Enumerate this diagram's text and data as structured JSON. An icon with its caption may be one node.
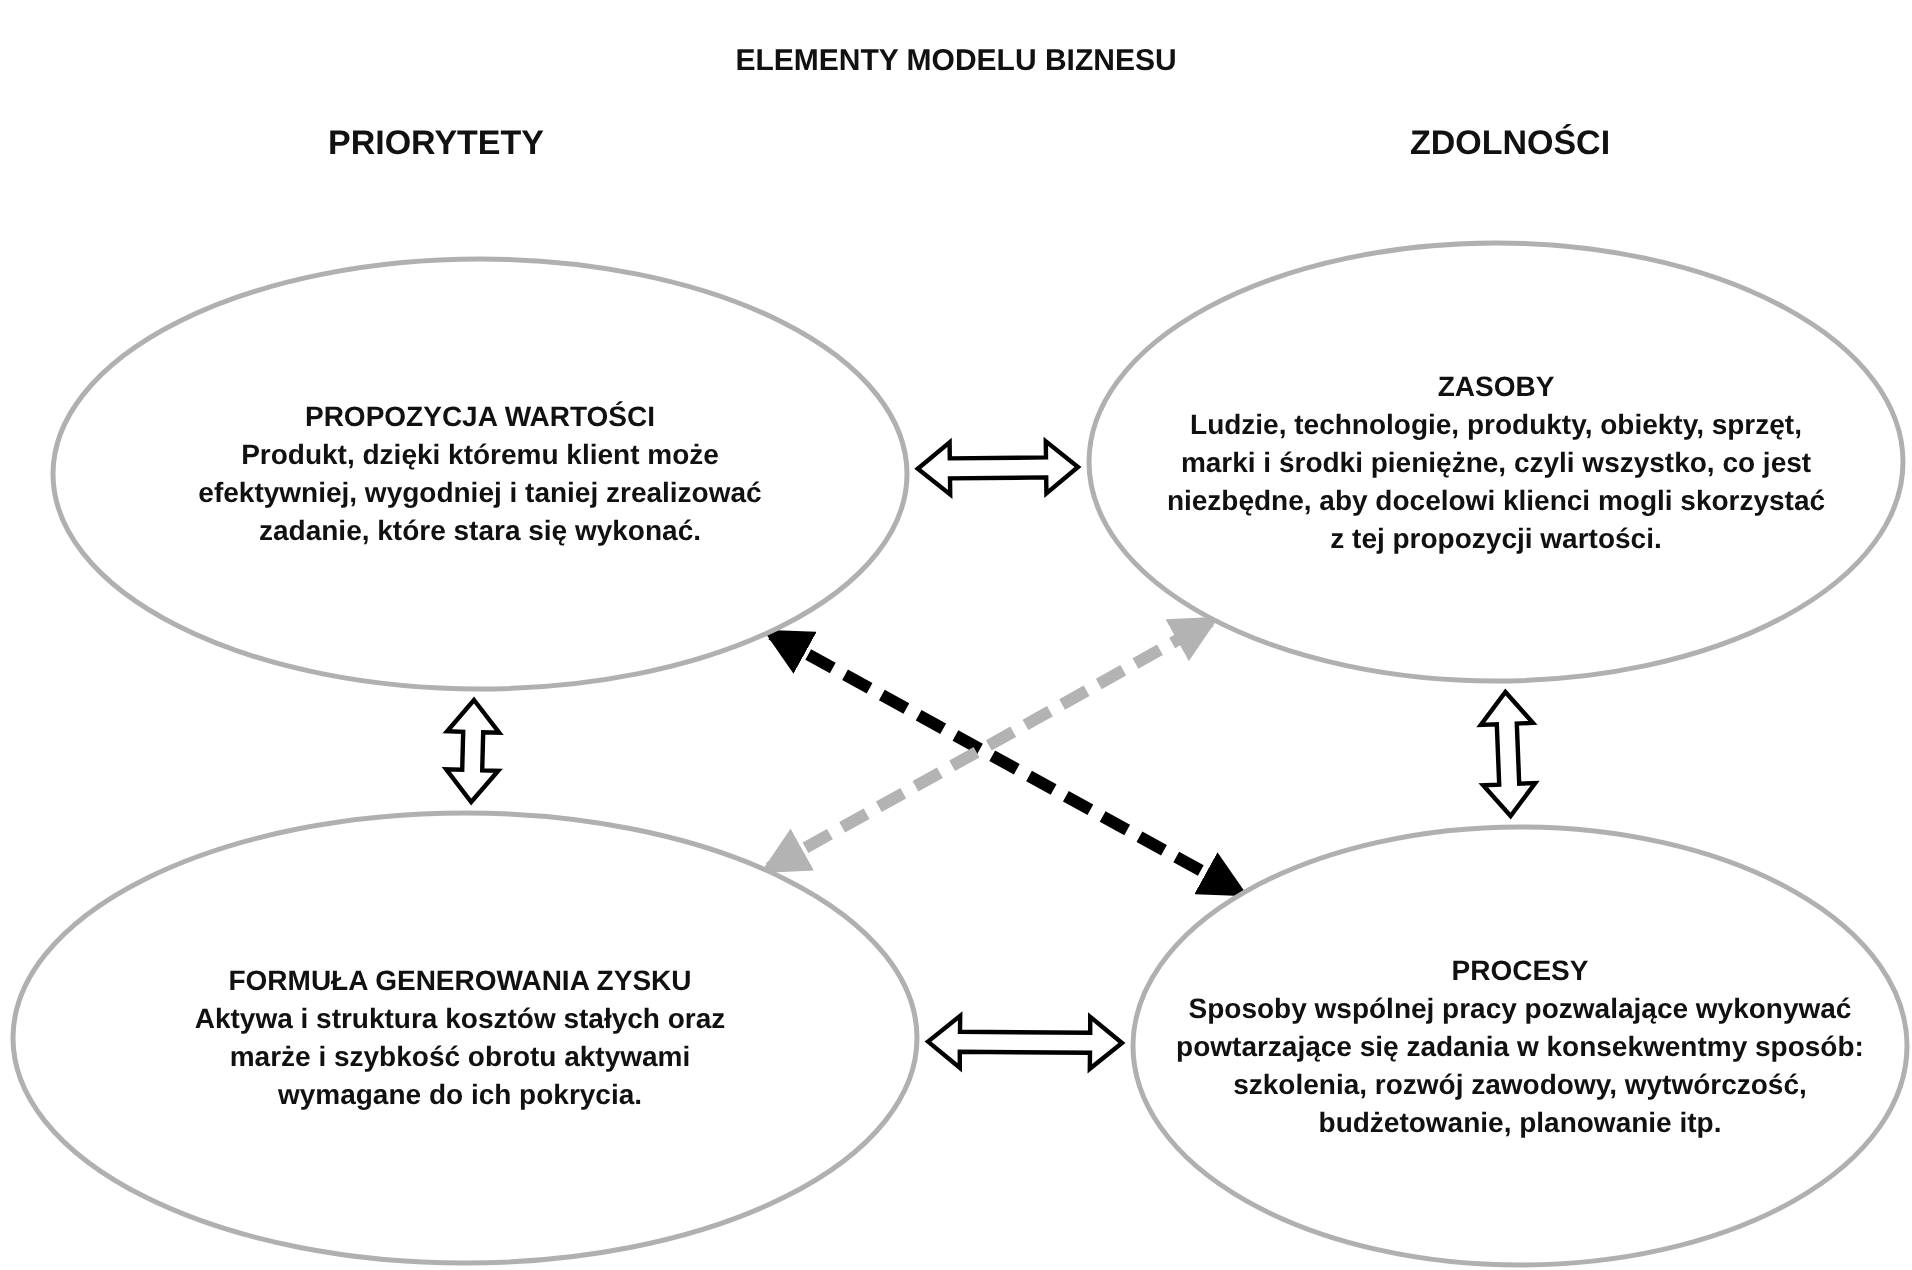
{
  "diagram": {
    "title": "ELEMENTY MODELU BIZNESU",
    "nodes": [
      {
        "text": [
          "PROPOZYCJA WARTOŚCI",
          "Produkt, dzięki któremu klient może efektywniej, wygodniej i taniej zrealizować zadanie, które stara się wykonać."
        ]
      },
      {
        "text": [
          "ZASOBY",
          "Ludzie, technologie, produkty, obiekty, sprzęt, marki i środki pieniężne, czyli wszystko, co jest niezbędne, aby docelowi klienci mogli skorzystać z tej propozycji wartości."
        ]
      },
      {
        "text": [
          "FORMUŁA GENEROWANIA ZYSKU",
          "Aktywa i struktura kosztów stałych oraz marże i szybkość obrotu aktywami wymagane do ich pokrycia."
        ]
      },
      {
        "text": [
          "PROCESY",
          "Sposoby wspólnej pracy pozwalające wykonywać powtarzające się zadania w konsekwentmy sposób: szkolenia, rozwój zawodowy, wytwórczość, budżetowanie, planowanie itp."
        ]
      }
    ],
    "edges": [
      {
        "from": 0,
        "to": 1,
        "arrow": "both"
      },
      {
        "from": 0,
        "to": 2,
        "arrow": "both"
      },
      {
        "from": 1,
        "to": 3,
        "arrow": "both"
      },
      {
        "from": 2,
        "to": 3,
        "arrow": "both"
      },
      {
        "from": 0,
        "to": 3,
        "arrow": "both",
        "style": "dashed"
      },
      {
        "from": 2,
        "to": 1,
        "arrow": "both",
        "style": "dashed",
        "color": "#b3b3b3"
      }
    ],
    "labels": [
      "PRIORYTETY",
      "ZDOLNOŚCI"
    ]
  }
}
